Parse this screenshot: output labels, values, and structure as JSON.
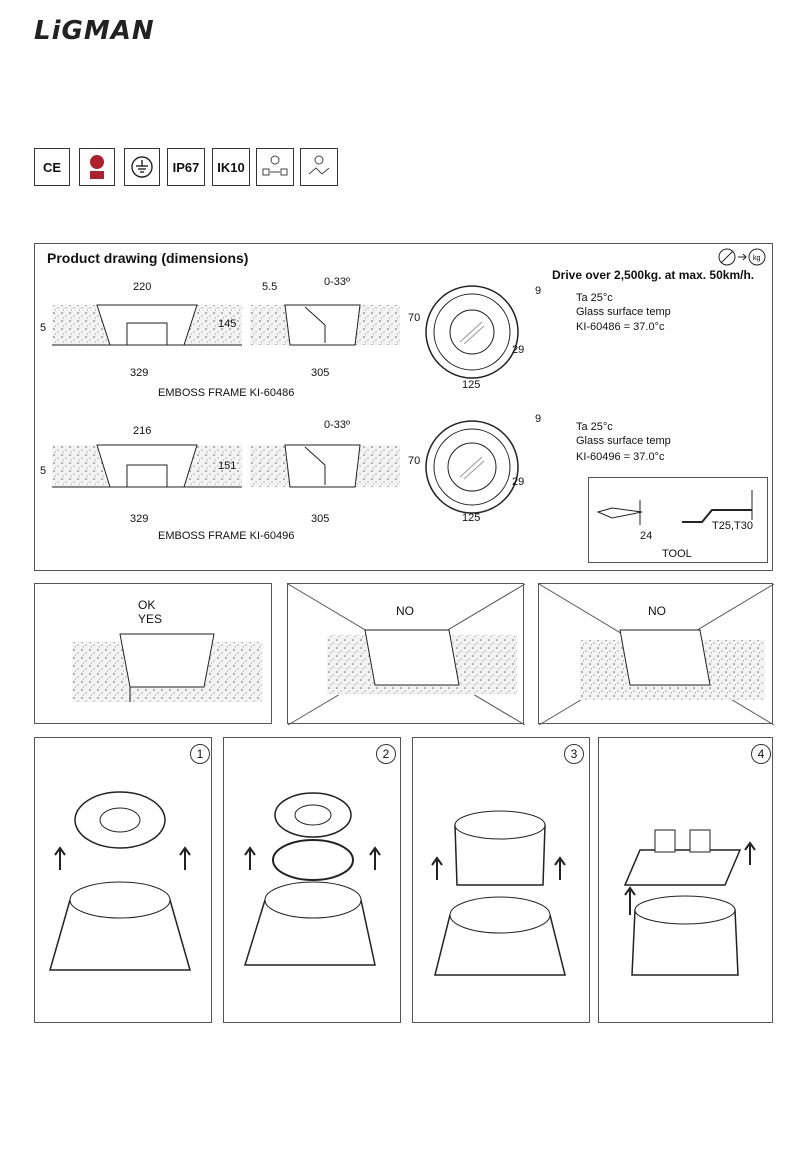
{
  "brand": {
    "logo_text": "LiGMAN"
  },
  "certifications": [
    {
      "icon": "ce-mark-icon",
      "label": "CE"
    },
    {
      "icon": "quality-certification-icon",
      "label": ""
    },
    {
      "icon": "earth-ground-icon",
      "label": ""
    },
    {
      "icon": "ip-rating-icon",
      "label": "IP67"
    },
    {
      "icon": "impact-rating-icon",
      "label": "IK10"
    },
    {
      "icon": "wiring-icon",
      "label": ""
    },
    {
      "icon": "driver-icon",
      "label": ""
    }
  ],
  "product_drawing": {
    "title": "Product drawing (dimensions)",
    "drive_over": "Drive over 2,500kg. at max. 50km/h.",
    "model_a": {
      "dim_top": "220",
      "dim_left": "5",
      "dim_height": "145",
      "dim_base": "329",
      "side_dim_a": "5.5",
      "side_angle": "0-33º",
      "side_dim_70": "70",
      "side_dim_305": "305",
      "top_dim_9": "9",
      "top_dim_29": "29",
      "top_dim_125": "125",
      "temp_line1": "Ta 25°c",
      "temp_line2": "Glass surface temp",
      "temp_line3": "KI-60486 = 37.0°c",
      "frame_label": "EMBOSS FRAME KI-60486"
    },
    "model_b": {
      "dim_top": "216",
      "dim_left": "5",
      "dim_height": "151",
      "dim_base": "329",
      "side_angle": "0-33º",
      "side_dim_70": "70",
      "side_dim_305": "305",
      "top_dim_9": "9",
      "top_dim_29": "29",
      "top_dim_125": "125",
      "temp_line1": "Ta 25°c",
      "temp_line2": "Glass surface temp",
      "temp_line3": "KI-60496 = 37.0°c",
      "frame_label": "EMBOSS FRAME KI-60496"
    },
    "tool": {
      "dim_24": "24",
      "torx": "T25,T30",
      "label": "TOOL"
    }
  },
  "installation_examples": [
    {
      "line1": "OK",
      "line2": "YES",
      "crossed": false
    },
    {
      "line1": "NO",
      "line2": "",
      "crossed": true
    },
    {
      "line1": "NO",
      "line2": "",
      "crossed": true
    }
  ],
  "assembly_steps": [
    {
      "number": "1"
    },
    {
      "number": "2"
    },
    {
      "number": "3"
    },
    {
      "number": "4"
    }
  ],
  "colors": {
    "line": "#222222",
    "ground_dots": "#555555"
  }
}
